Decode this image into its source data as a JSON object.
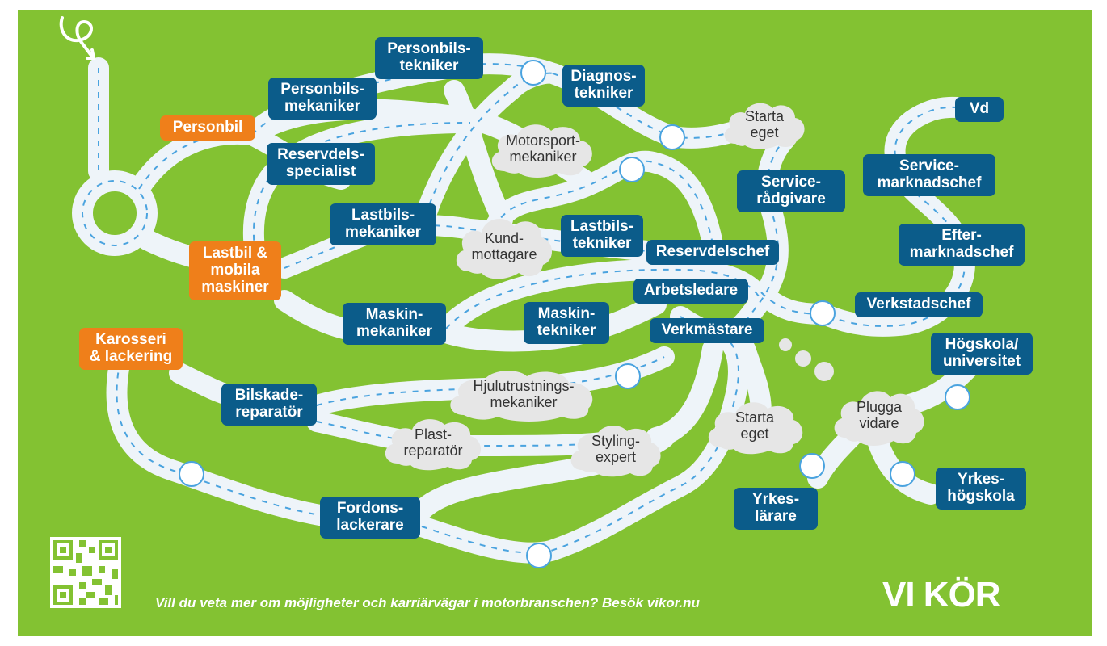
{
  "colors": {
    "background": "#83c232",
    "road": "#eef4f9",
    "road_dash": "#4aa3df",
    "job_box": "#0b5c8a",
    "entry_box": "#ef7f1a",
    "cloud": "#e6e6e6"
  },
  "entry_points": {
    "personbil": "Personbil",
    "lastbil": "Lastbil &\nmobila\nmaskiner",
    "karosseri": "Karosseri\n& lackering"
  },
  "jobs": {
    "personbilstekniker": "Personbils-\ntekniker",
    "personbilsmekaniker": "Personbils-\nmekaniker",
    "diagnostekniker": "Diagnos-\ntekniker",
    "reservdelsspecialist": "Reservdels-\nspecialist",
    "lastbilsmekaniker": "Lastbils-\nmekaniker",
    "lastbilstekniker": "Lastbils-\ntekniker",
    "reservdelschef": "Reservdelschef",
    "arbetsledare": "Arbetsledare",
    "maskinmekaniker": "Maskin-\nmekaniker",
    "maskintekniker": "Maskin-\ntekniker",
    "verkmastare": "Verkmästare",
    "servicerådgivare": "Service-\nrådgivare",
    "vd": "Vd",
    "servicemarknadschef": "Service-\nmarknadschef",
    "eftermarknadschef": "Efter-\nmarknadschef",
    "verkstadschef": "Verkstadschef",
    "hogskola": "Högskola/\nuniversitet",
    "bilskadereparator": "Bilskade-\nreparatör",
    "fordonslackerare": "Fordons-\nlackerare",
    "yrkeslarare": "Yrkes-\nlärare",
    "yrkeshogskola": "Yrkes-\nhögskola"
  },
  "clouds": {
    "starta_eget_top": "Starta\neget",
    "motorsport": "Motorsport-\nmekaniker",
    "kundmottagare": "Kund-\nmottagare",
    "hjulutrustning": "Hjulutrustnings-\nmekaniker",
    "plastreparator": "Plast-\nreparatör",
    "stylingexpert": "Styling-\nexpert",
    "starta_eget_bottom": "Starta\neget",
    "plugga_vidare": "Plugga\nvidare"
  },
  "footer": {
    "text": "Vill du veta mer om möjligheter och karriärvägar i motorbranschen? Besök vikor.nu",
    "logo": "VI KÖR"
  },
  "icons": {
    "start": "loop-arrow-icon",
    "road_loops": "road-loop-icon",
    "qr": "qr-code-icon"
  }
}
